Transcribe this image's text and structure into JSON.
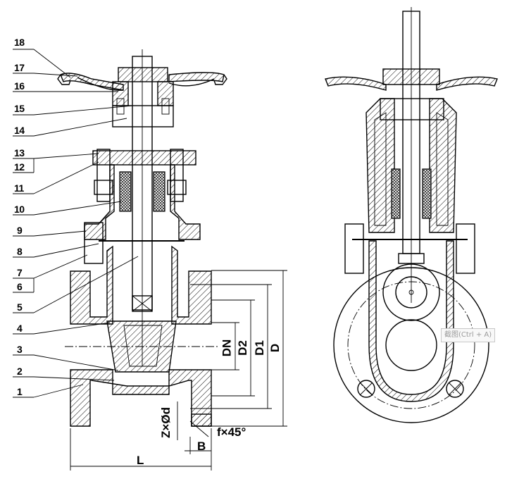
{
  "part_numbers": [
    "18",
    "17",
    "16",
    "15",
    "14",
    "13",
    "12",
    "11",
    "10",
    "9",
    "8",
    "7",
    "6",
    "5",
    "4",
    "3",
    "2",
    "1"
  ],
  "dimensions": {
    "dn": "DN",
    "d2": "D2",
    "d1": "D1",
    "d": "D",
    "zxod": "Z×Ød",
    "fx45": "f×45°",
    "b": "B",
    "l": "L"
  },
  "tooltip": "截图(Ctrl + A)"
}
